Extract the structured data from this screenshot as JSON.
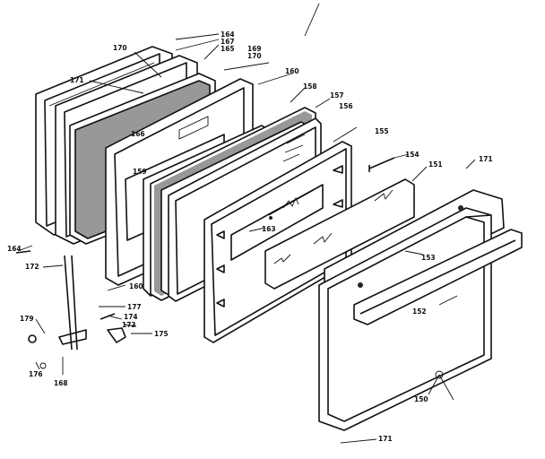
{
  "part_numbers": {
    "p164_top": "164",
    "p167": "167",
    "p165": "165",
    "p169": "169",
    "p170_right": "170",
    "p170_left": "170",
    "p171_top_left": "171",
    "p160_top": "160",
    "p158": "158",
    "p157_top": "157",
    "p156": "156",
    "p155": "155",
    "p154": "154",
    "p151": "151",
    "p171_right": "171",
    "p166_mid": "166",
    "p159": "159",
    "p163": "163",
    "p153": "153",
    "p152": "152",
    "p164_left": "164",
    "p172": "172",
    "p160_bottom": "160",
    "p177": "177",
    "p174": "174",
    "p173": "173",
    "p179": "179",
    "p175": "175",
    "p176": "176",
    "p168": "168",
    "p150": "150",
    "p171_bottom": "171"
  }
}
